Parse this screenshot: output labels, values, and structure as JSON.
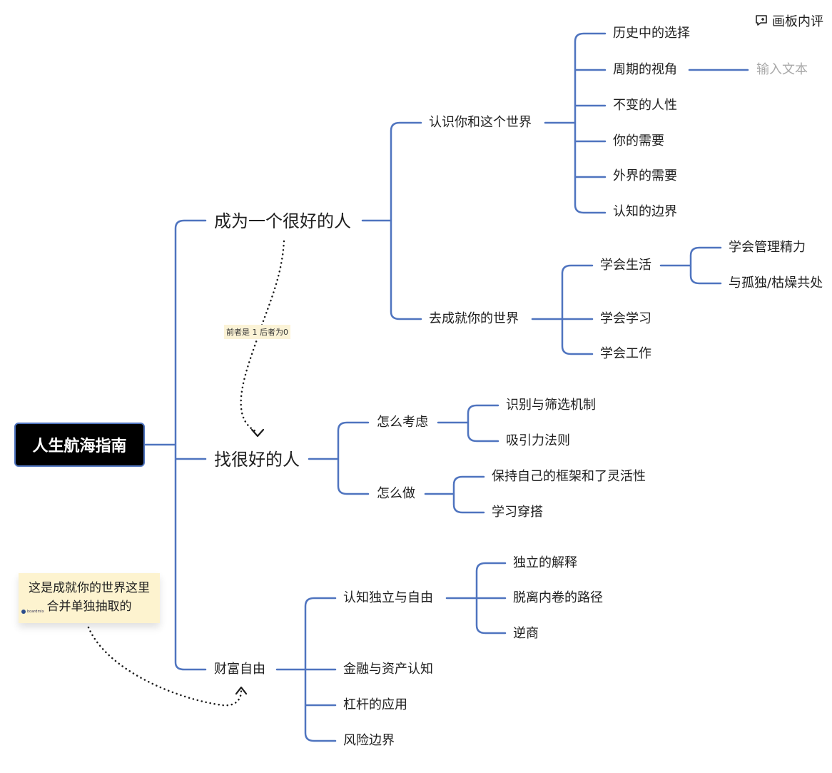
{
  "toolbar": {
    "comment_label": "画板内评",
    "comment_icon": "comment-add-icon"
  },
  "root": {
    "label": "人生航海指南"
  },
  "branches": {
    "b1": {
      "label": "成为一个很好的人",
      "s1": {
        "label": "认识你和这个世界",
        "items": [
          "历史中的选择",
          "周期的视角",
          "不变的人性",
          "你的需要",
          "外界的需要",
          "认知的边界"
        ],
        "placeholder": "输入文本"
      },
      "s2": {
        "label": "去成就你的世界",
        "live": {
          "label": "学会生活",
          "children": [
            "学会管理精力",
            "与孤独/枯燥共处"
          ]
        },
        "learn": "学会学习",
        "work": "学会工作"
      }
    },
    "b2": {
      "label": "找很好的人",
      "s1": {
        "label": "怎么考虑",
        "children": [
          "识别与筛选机制",
          "吸引力法则"
        ]
      },
      "s2": {
        "label": "怎么做",
        "children": [
          "保持自己的框架和了灵活性",
          "学习穿搭"
        ]
      }
    },
    "b3": {
      "label": "财富自由",
      "s1": {
        "label": "认知独立与自由",
        "children": [
          "独立的解释",
          "脱离内卷的路径",
          "逆商"
        ]
      },
      "s2": "金融与资产认知",
      "s3": "杠杆的应用",
      "s4": "风险边界"
    }
  },
  "annotation": {
    "label": "前者是 1 后者为0"
  },
  "sticky": {
    "text": "这是成就你的世界这里合并单独抽取的",
    "brand": "boardmix"
  },
  "colors": {
    "connector": "#4f74bf",
    "root_bg": "#000000",
    "sticky_bg": "#fdf3cf",
    "annotation_bg": "#fbf3d6",
    "placeholder": "#a9a9a9"
  }
}
